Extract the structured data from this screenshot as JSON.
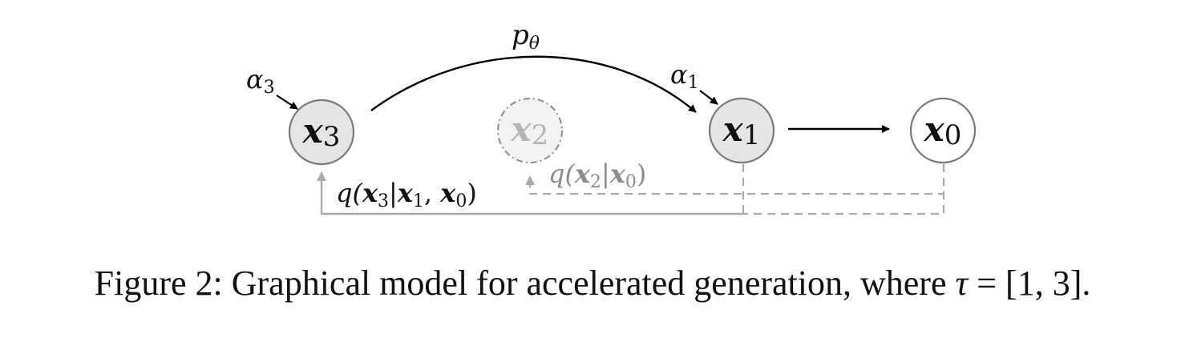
{
  "diagram": {
    "nodes": {
      "x3": {
        "symbol": "x",
        "subscript": "3"
      },
      "x2": {
        "symbol": "x",
        "subscript": "2"
      },
      "x1": {
        "symbol": "x",
        "subscript": "1"
      },
      "x0": {
        "symbol": "x",
        "subscript": "0"
      }
    },
    "labels": {
      "p_theta": {
        "main": "p",
        "sub": "θ"
      },
      "alpha3": {
        "main": "α",
        "sub": "3"
      },
      "alpha1": {
        "main": "α",
        "sub": "1"
      },
      "q_x3": {
        "pre": "q(",
        "x_a": "x",
        "sub_a": "3",
        "bar": "|",
        "x_b": "x",
        "sub_b": "1",
        "comma": ", ",
        "x_c": "x",
        "sub_c": "0",
        "post": ")"
      },
      "q_x2": {
        "pre": "q(",
        "x_a": "x",
        "sub_a": "2",
        "bar": "|",
        "x_b": "x",
        "sub_b": "0",
        "post": ")"
      }
    },
    "colors": {
      "node_fill_active": "#e5e5e5",
      "node_fill_skipped": "#f2f2f2",
      "node_fill_plain": "#ffffff",
      "node_stroke": "#7a7a7a",
      "edge_dark": "#000000",
      "edge_gray": "#aaaaaa",
      "text_dark": "#111111",
      "text_faded": "#b5b5b5",
      "text_q2": "#8c8c8c"
    }
  },
  "caption": {
    "prefix": "Figure 2: Graphical model for accelerated generation, where ",
    "tau": "τ",
    "suffix": " = [1, 3]."
  }
}
